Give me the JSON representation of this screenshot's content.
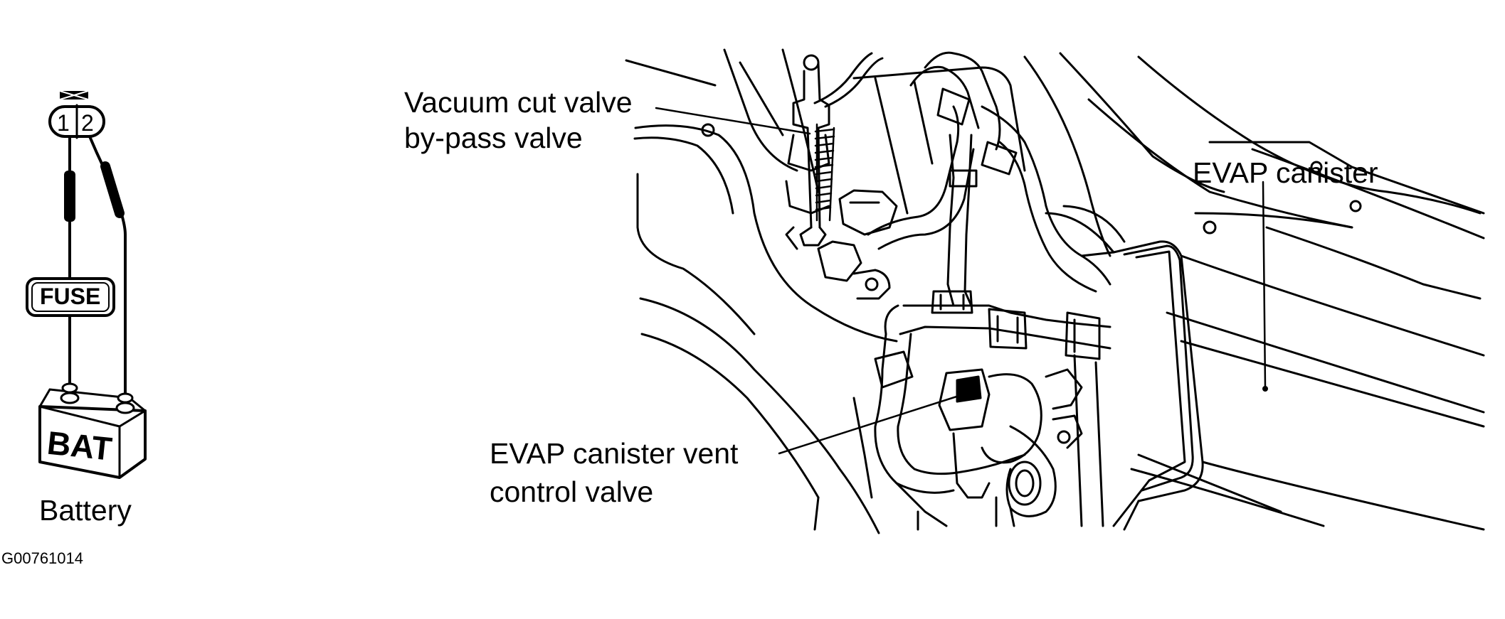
{
  "battery_circuit": {
    "pin_1": "1",
    "pin_2": "2",
    "fuse_label": "FUSE",
    "battery_box_label": "BAT",
    "battery_caption": "Battery"
  },
  "callouts": {
    "vacuum_cut_valve_line1": "Vacuum cut valve",
    "vacuum_cut_valve_line2": "by-pass valve",
    "evap_canister": "EVAP canister",
    "vent_control_valve_line1": "EVAP  canister vent",
    "vent_control_valve_line2": "control valve"
  },
  "figure_id": "G00761014"
}
